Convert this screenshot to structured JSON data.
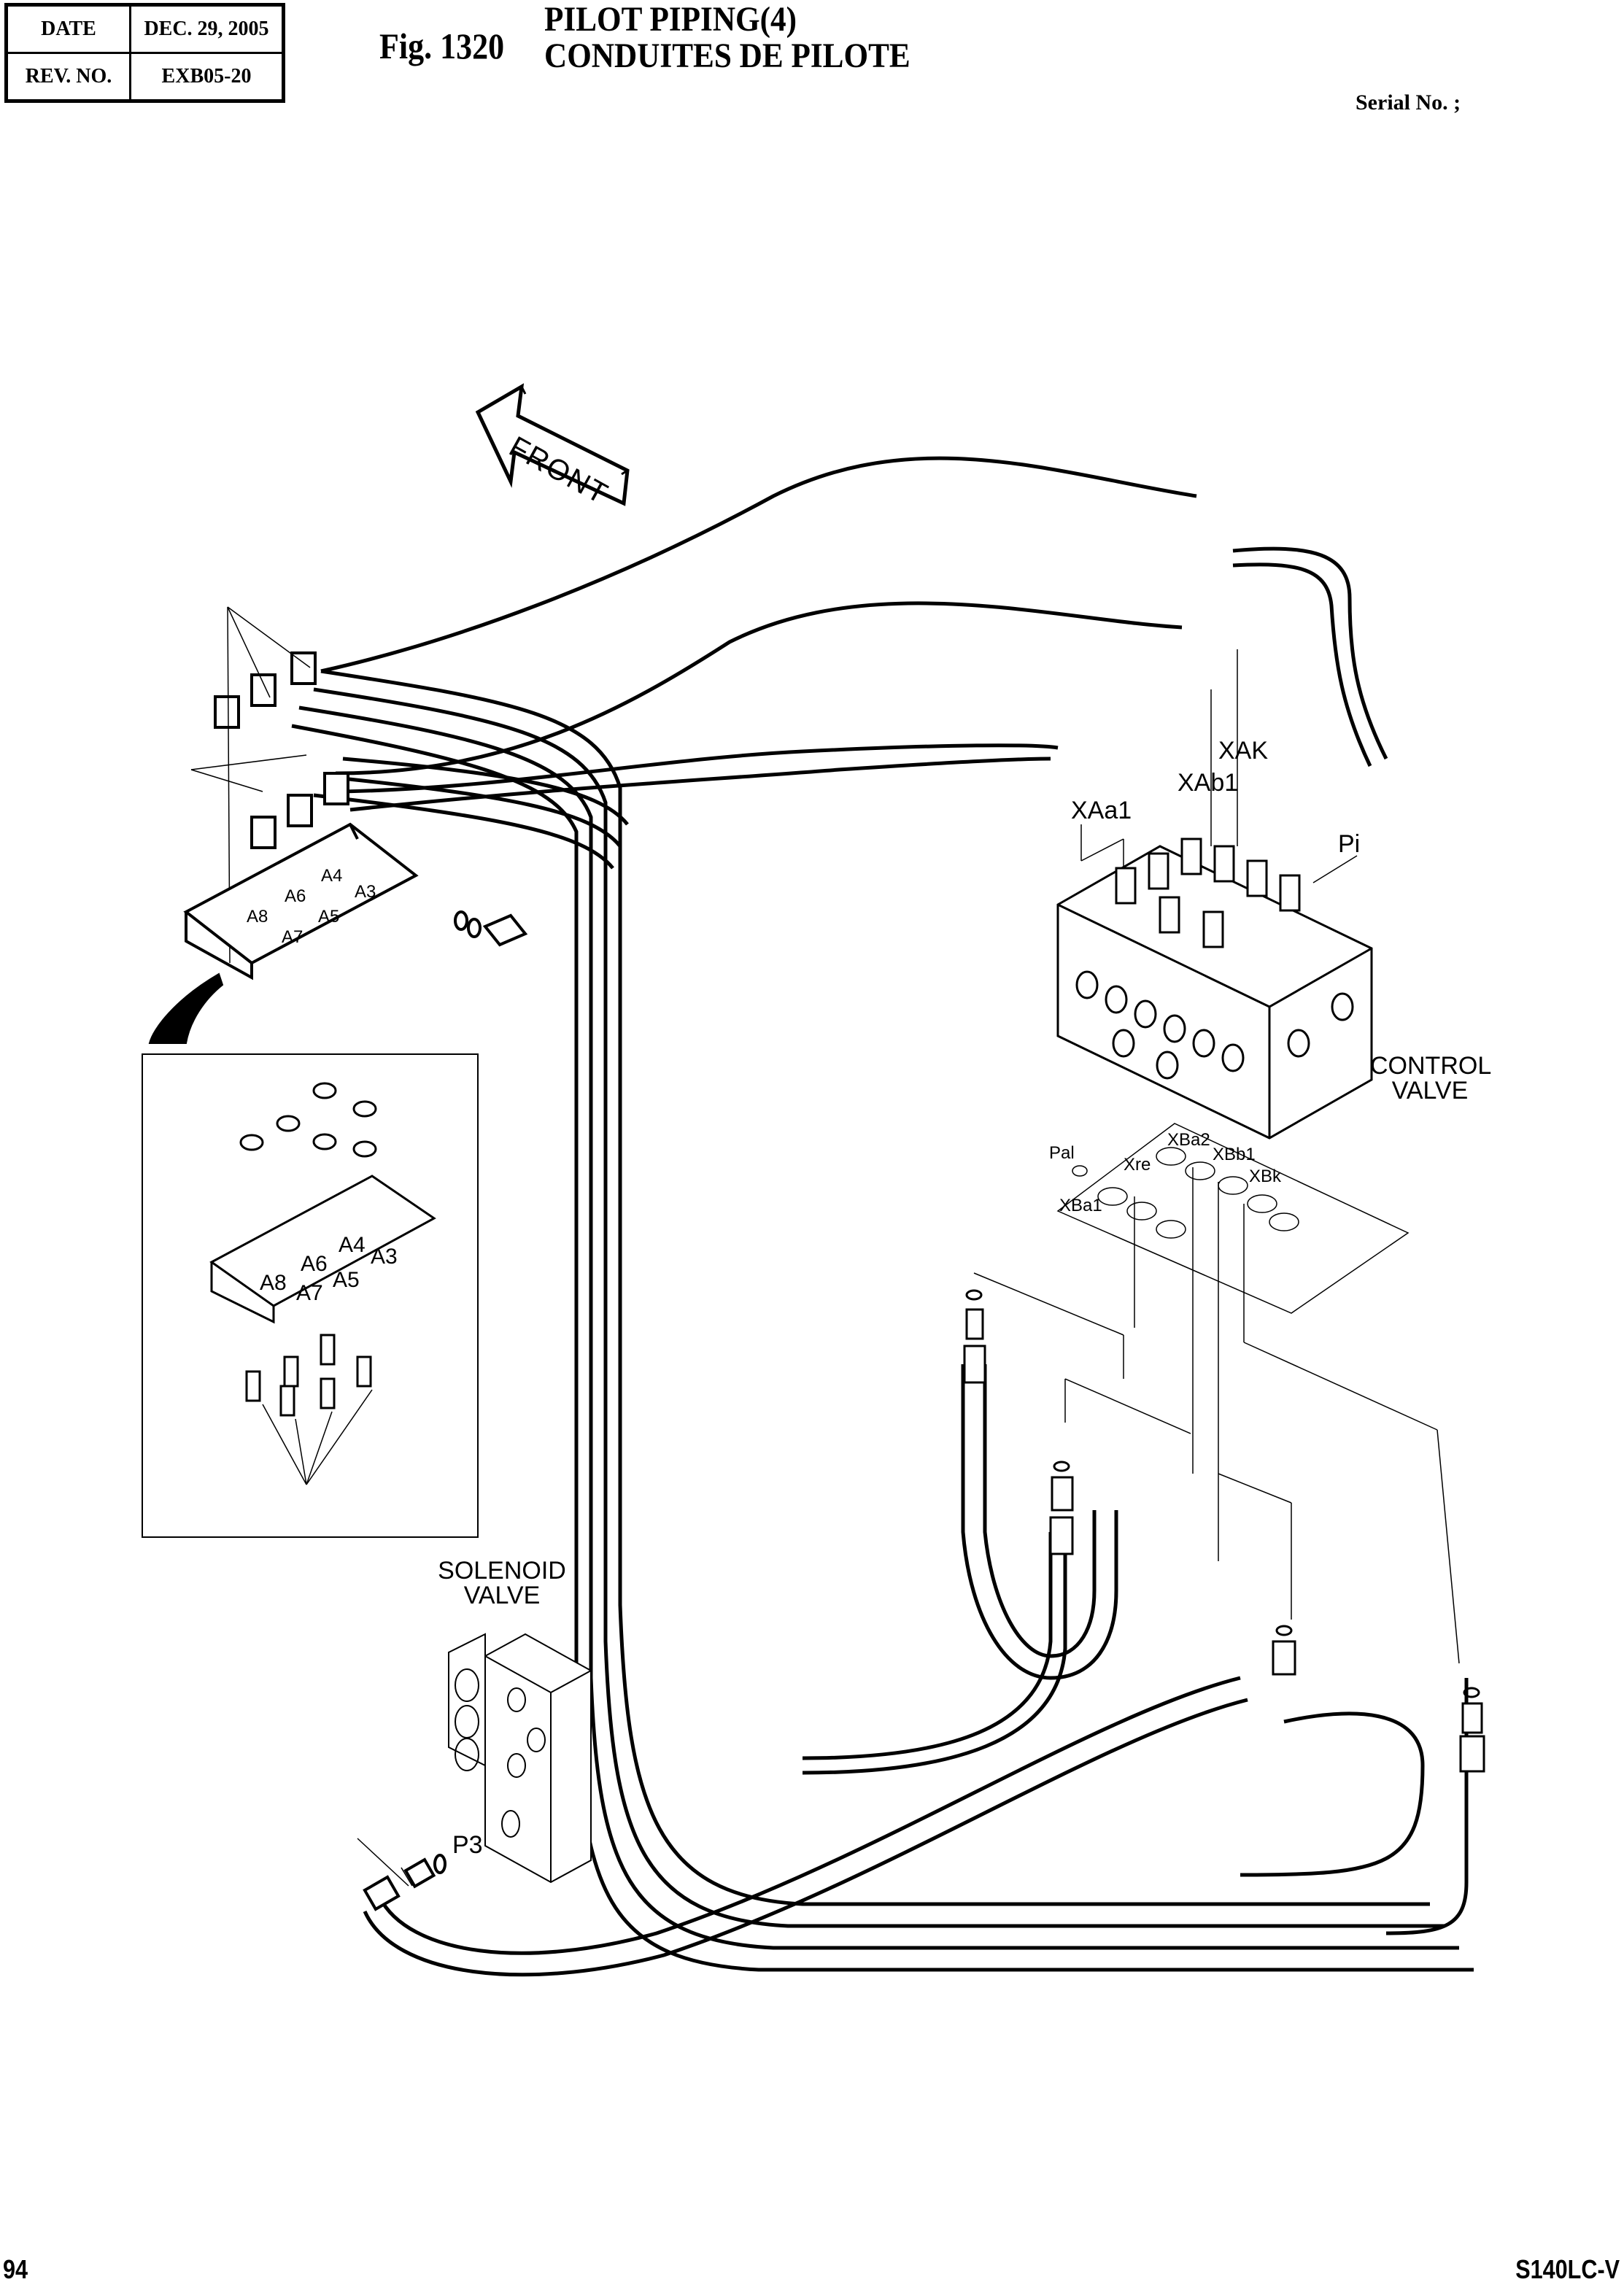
{
  "header": {
    "date_label": "DATE",
    "date_value": "DEC. 29, 2005",
    "rev_label": "REV. NO.",
    "rev_value": "EXB05-20",
    "figure_number": "Fig. 1320",
    "title_en": "PILOT PIPING(4)",
    "title_fr": "CONDUITES DE PILOTE",
    "serial_label": "Serial No. ;"
  },
  "diagram": {
    "front_arrow_label": "FRONT",
    "control_valve": {
      "label_line1": "CONTROL",
      "label_line2": "VALVE",
      "port_labels": [
        "XAK",
        "XAb1",
        "XAa1",
        "Pi"
      ],
      "base_port_labels": [
        "Pal",
        "XBa2",
        "Xre",
        "XBb1",
        "XBk",
        "XBa1"
      ]
    },
    "bracket_port_labels": [
      "A4",
      "A3",
      "A6",
      "A8",
      "A5",
      "A7"
    ],
    "inset_bracket_port_labels": [
      "A4",
      "A3",
      "A6",
      "A5",
      "A8",
      "A7"
    ],
    "solenoid_valve": {
      "label_line1": "SOLENOID",
      "label_line2": "VALVE",
      "port_label": "P3"
    }
  },
  "footer": {
    "page_number": "94",
    "model": "S140LC-V"
  }
}
